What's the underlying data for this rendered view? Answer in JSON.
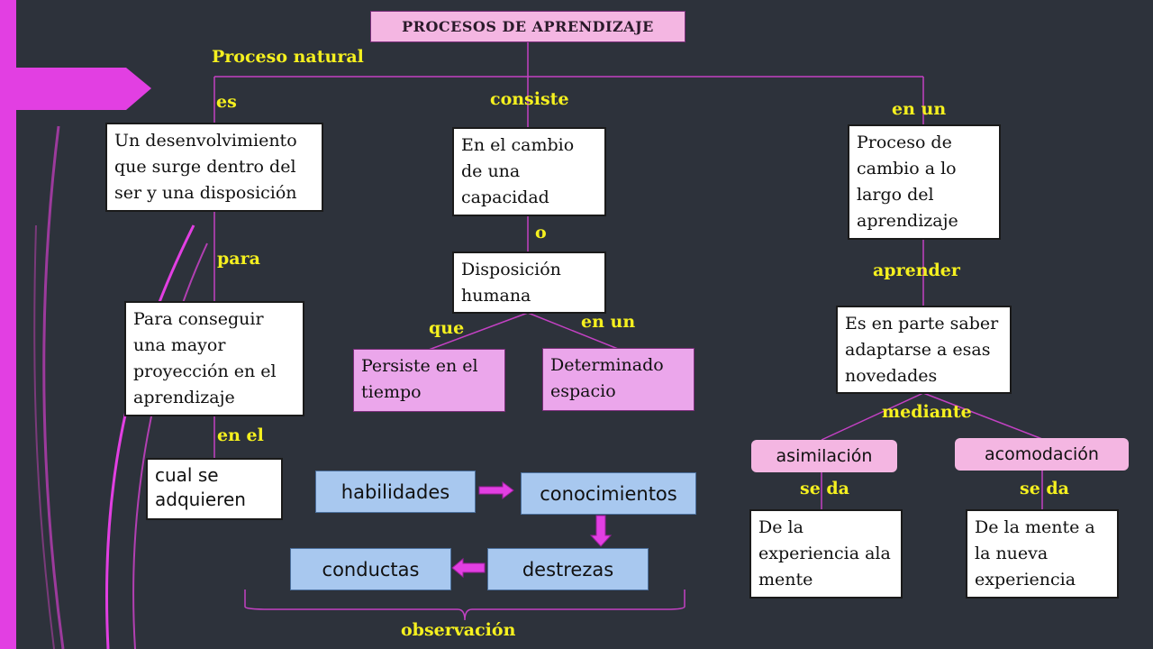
{
  "title": "PROCESOS  DE APRENDIZAJE",
  "colors": {
    "background": "#2d323b",
    "accent": "#e23fe2",
    "label": "#f5f01f",
    "pink_box": "#eba6eb",
    "blue_box": "#a8c8ef"
  },
  "labels": {
    "proceso_natural": "Proceso natural",
    "es": "es",
    "consiste": "consiste",
    "en_un_top": "en  un",
    "o": "o",
    "para": "para",
    "aprender": "aprender",
    "que": "que",
    "en_un_mid": "en un",
    "mediante": "mediante",
    "en_el": "en el",
    "se_da_1": "se  da",
    "se_da_2": "se  da",
    "observacion": "observación"
  },
  "boxes": {
    "desenvolvimiento": "Un desenvolvimiento que surge dentro del ser y una disposición",
    "cambio_capacidad": "En el cambio de una capacidad",
    "proceso_cambio": "Proceso de cambio a lo largo del aprendizaje",
    "disposicion_humana": "Disposición humana",
    "conseguir": "Para conseguir una mayor proyección en el aprendizaje",
    "persiste": "Persiste en el tiempo",
    "determinado": "Determinado espacio",
    "adaptarse": "Es en parte saber adaptarse a esas novedades",
    "cual_se": "cual se adquieren",
    "experiencia_mente": "De la experiencia ala mente",
    "mente_experiencia": "De la mente a la nueva experiencia"
  },
  "pills": {
    "asimilacion": "asimilación",
    "acomodacion": "acomodación"
  },
  "skills": {
    "habilidades": "habilidades",
    "conocimientos": "conocimientos",
    "conductas": "conductas",
    "destrezas": "destrezas"
  }
}
